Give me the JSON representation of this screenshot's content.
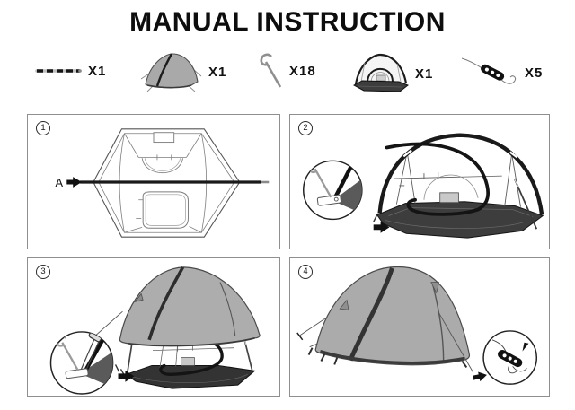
{
  "title": "MANUAL INSTRUCTION",
  "parts": [
    {
      "name": "pole",
      "qty": "X1"
    },
    {
      "name": "rainfly-tent",
      "qty": "X1"
    },
    {
      "name": "stake",
      "qty": "X18"
    },
    {
      "name": "inner-tent",
      "qty": "X1"
    },
    {
      "name": "guy-line",
      "qty": "X5"
    }
  ],
  "steps": [
    {
      "number": "1",
      "pole_label": "A"
    },
    {
      "number": "2"
    },
    {
      "number": "3"
    },
    {
      "number": "4"
    }
  ],
  "colors": {
    "tent_gray": "#ababab",
    "floor_dark": "#3d3d3d",
    "pole_black": "#1a1a1a",
    "panel_border": "#8f8f8f"
  }
}
